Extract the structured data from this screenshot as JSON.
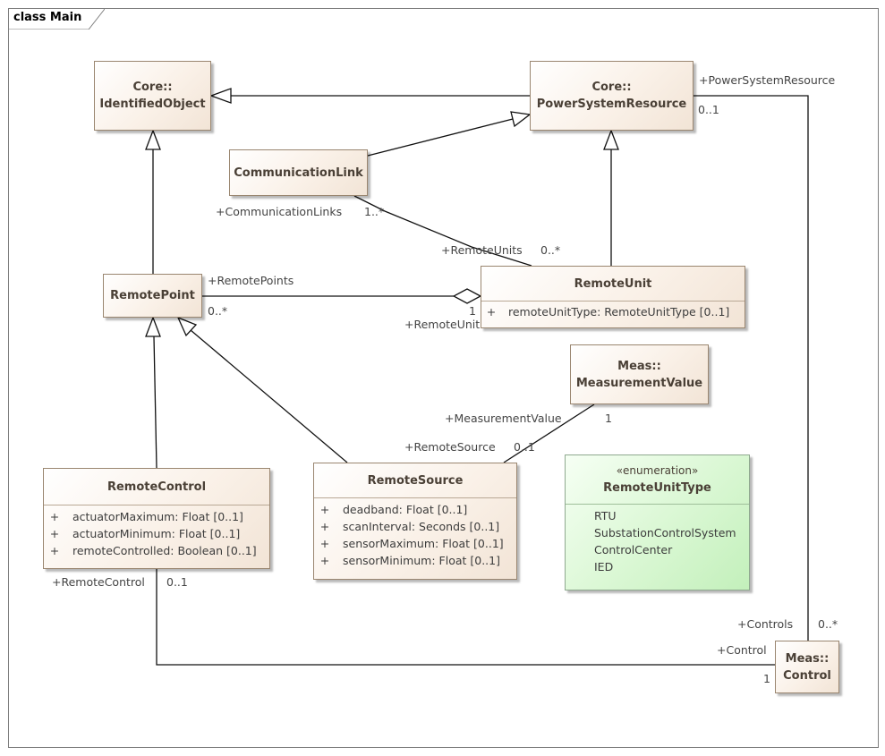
{
  "frame": {
    "title": "class Main"
  },
  "classes": {
    "identified_object": {
      "namespace": "Core::",
      "name": "IdentifiedObject"
    },
    "power_system_resource": {
      "namespace": "Core::",
      "name": "PowerSystemResource"
    },
    "communication_link": {
      "name": "CommunicationLink"
    },
    "remote_point": {
      "name": "RemotePoint"
    },
    "remote_unit": {
      "name": "RemoteUnit",
      "attributes": [
        {
          "visibility": "+",
          "text": "remoteUnitType: RemoteUnitType [0..1]"
        }
      ]
    },
    "measurement_value": {
      "namespace": "Meas::",
      "name": "MeasurementValue"
    },
    "remote_control": {
      "name": "RemoteControl",
      "attributes": [
        {
          "visibility": "+",
          "text": "actuatorMaximum: Float [0..1]"
        },
        {
          "visibility": "+",
          "text": "actuatorMinimum: Float [0..1]"
        },
        {
          "visibility": "+",
          "text": "remoteControlled: Boolean [0..1]"
        }
      ]
    },
    "remote_source": {
      "name": "RemoteSource",
      "attributes": [
        {
          "visibility": "+",
          "text": "deadband: Float [0..1]"
        },
        {
          "visibility": "+",
          "text": "scanInterval: Seconds [0..1]"
        },
        {
          "visibility": "+",
          "text": "sensorMaximum: Float [0..1]"
        },
        {
          "visibility": "+",
          "text": "sensorMinimum: Float [0..1]"
        }
      ]
    },
    "remote_unit_type": {
      "stereotype": "«enumeration»",
      "name": "RemoteUnitType",
      "literals": [
        "RTU",
        "SubstationControlSystem",
        "ControlCenter",
        "IED"
      ]
    },
    "control": {
      "namespace": "Meas::",
      "name": "Control"
    }
  },
  "labels": {
    "psr_role": "+PowerSystemResource",
    "psr_mult": "0..1",
    "comm_links_role": "+CommunicationLinks",
    "comm_links_mult": "1..*",
    "remote_units_role": "+RemoteUnits",
    "remote_units_mult": "0..*",
    "remote_points_role": "+RemotePoints",
    "remote_points_mult": "0..*",
    "remote_unit_mult": "1",
    "remote_unit_role": "+RemoteUnit",
    "measurement_value_role": "+MeasurementValue",
    "measurement_value_mult": "1",
    "remote_source_role": "+RemoteSource",
    "remote_source_mult": "0..1",
    "remote_control_role": "+RemoteControl",
    "remote_control_mult": "0..1",
    "controls_role": "+Controls",
    "controls_mult": "0..*",
    "control_role": "+Control",
    "control_mult": "1"
  }
}
